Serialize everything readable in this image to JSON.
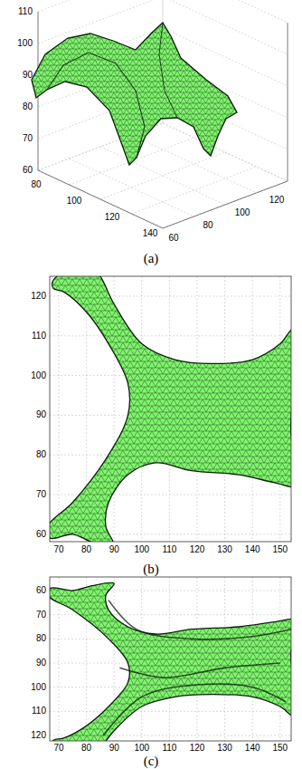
{
  "diagram": {
    "labels": [
      "110",
      "100",
      "90",
      "80",
      "70",
      "60",
      "80",
      "100",
      "120",
      "140",
      "60",
      "80",
      "100",
      "120",
      "(a)",
      "120",
      "110",
      "100",
      "90",
      "80",
      "70",
      "60",
      "70",
      "80",
      "90",
      "100",
      "110",
      "120",
      "130",
      "140",
      "150",
      "(b)",
      "60",
      "70",
      "80",
      "90",
      "100",
      "110",
      "120",
      "70",
      "80",
      "90",
      "100",
      "110",
      "120",
      "130",
      "140",
      "150",
      "(c)"
    ]
  }
}
